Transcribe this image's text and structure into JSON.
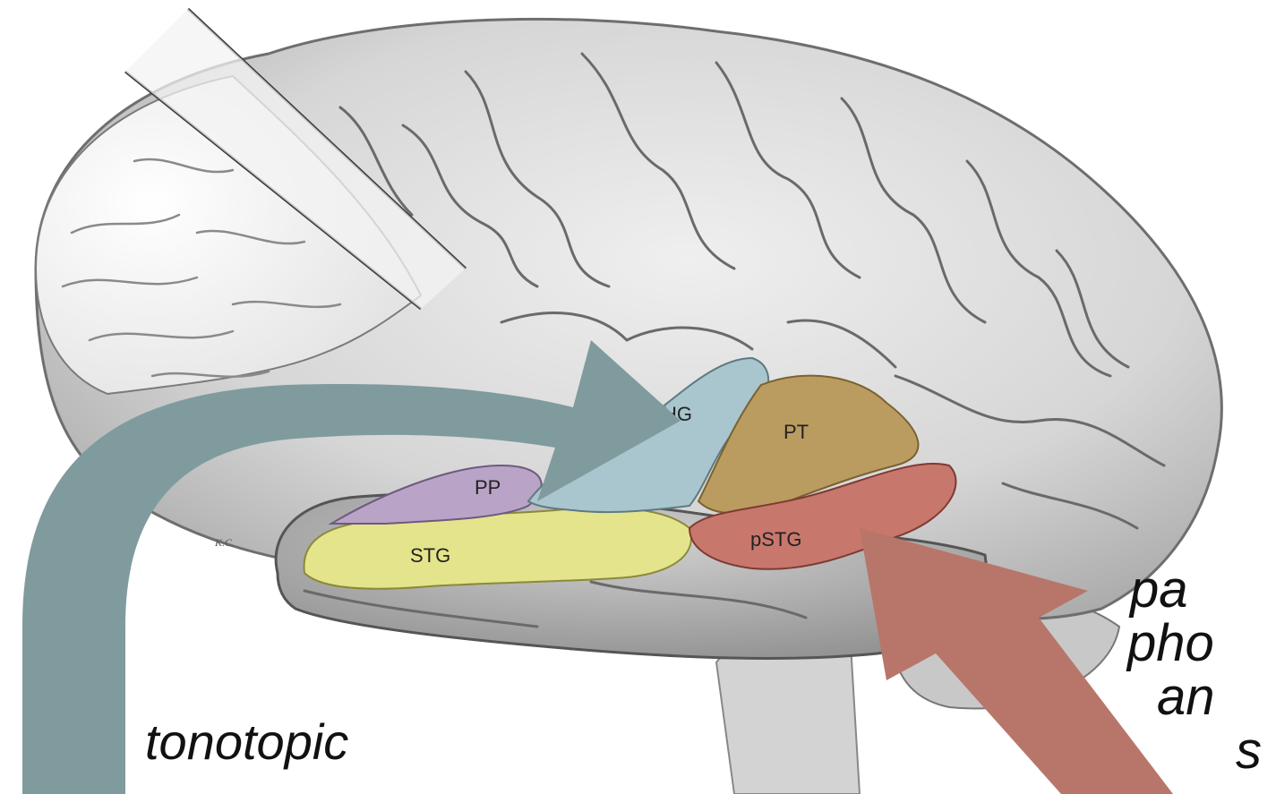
{
  "figure": {
    "region_labels": {
      "hg": "HG",
      "pt": "PT",
      "pp": "PP",
      "stg": "STG",
      "pstg": "pSTG"
    },
    "captions": {
      "left": "tonotopic",
      "right_lines": [
        "pa",
        "pho",
        "an",
        "s"
      ]
    },
    "colors": {
      "background": "#ffffff",
      "brain": "#d9d9d9",
      "brain_dark": "#a9a9a9",
      "hg": "#a9c4cc",
      "pt": "#b99b5e",
      "pp": "#b8a3c6",
      "stg": "#e3e38a",
      "pstg": "#c7766c",
      "arrow_teal": "#7f9a9d",
      "arrow_red": "#b97468"
    },
    "icons": [
      "teal-arrow",
      "red-arrow"
    ]
  }
}
